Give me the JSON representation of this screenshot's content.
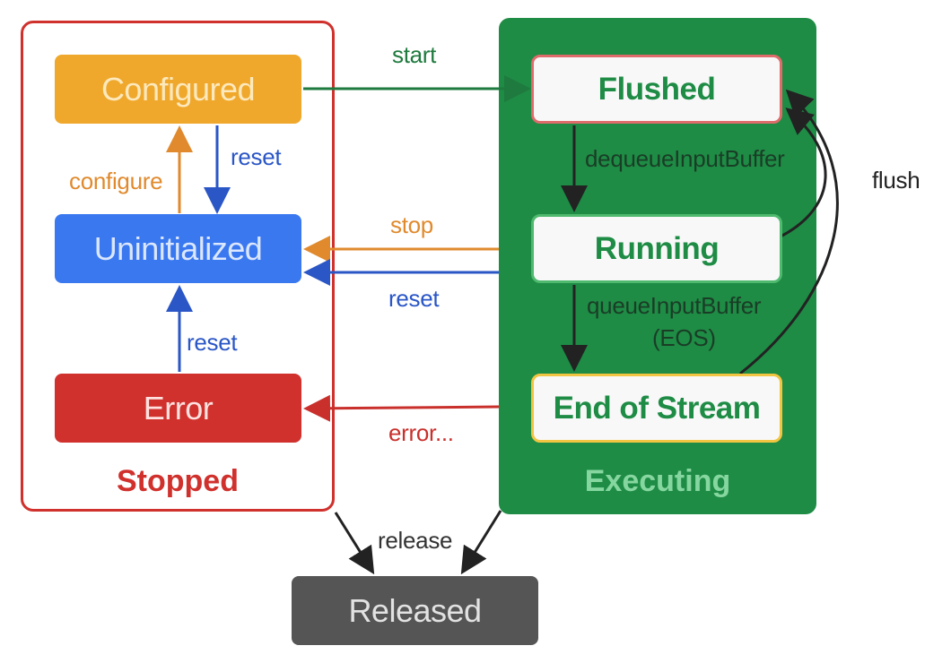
{
  "groups": {
    "stopped": "Stopped",
    "executing": "Executing"
  },
  "states": {
    "configured": "Configured",
    "uninitialized": "Uninitialized",
    "error": "Error",
    "flushed": "Flushed",
    "running": "Running",
    "end_of_stream": "End of Stream",
    "released": "Released"
  },
  "transitions": {
    "start": "start",
    "reset_configured": "reset",
    "configure": "configure",
    "stop": "stop",
    "reset_executing": "reset",
    "reset_error": "reset",
    "error": "error...",
    "dequeue_input_buffer": "dequeueInputBuffer",
    "queue_input_buffer": "queueInputBuffer",
    "queue_input_buffer_eos": "(EOS)",
    "flush": "flush",
    "release": "release"
  },
  "colors": {
    "stopped": "#d0312d",
    "executing": "#1e8c45",
    "configured": "#efa82b",
    "uninitialized": "#3a78f0",
    "error": "#d0312d",
    "released": "#555555",
    "reset_arrow": "#2a56c6",
    "configure_arrow": "#e08a2d",
    "start_arrow": "#1e7a3e"
  }
}
